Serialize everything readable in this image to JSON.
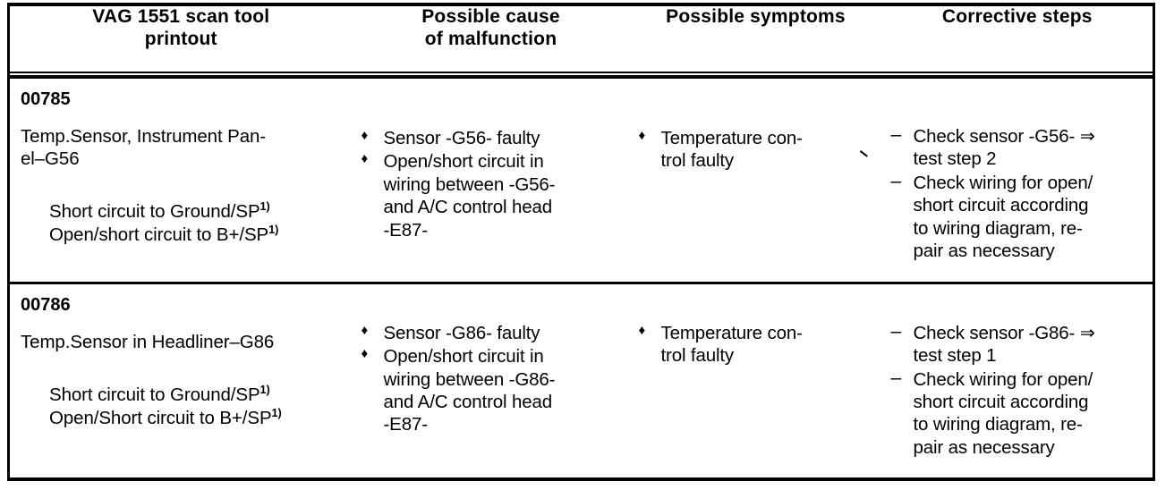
{
  "table": {
    "columns": [
      {
        "id": "scan-tool-printout",
        "header_lines": [
          "VAG 1551 scan tool",
          "printout"
        ]
      },
      {
        "id": "possible-cause",
        "header_lines": [
          "Possible cause",
          "of malfunction"
        ]
      },
      {
        "id": "possible-symptoms",
        "header_lines": [
          "Possible symptoms"
        ]
      },
      {
        "id": "corrective-steps",
        "header_lines": [
          "Corrective steps"
        ]
      }
    ],
    "rows": [
      {
        "code": "00785",
        "description_lines": [
          "Temp.Sensor, Instrument Pan-",
          "el–G56"
        ],
        "sub_lines": [
          {
            "text": "Short circuit to Ground/SP",
            "sup": "1)"
          },
          {
            "text": "Open/short circuit to B+/SP",
            "sup": "1)"
          }
        ],
        "possible_cause": [
          {
            "marker": "♦",
            "lines": [
              "Sensor -G56- faulty"
            ]
          },
          {
            "marker": "♦",
            "lines": [
              "Open/short circuit in",
              "wiring between -G56-",
              "and A/C control head",
              "-E87-"
            ]
          }
        ],
        "possible_symptoms": [
          {
            "marker": "♦",
            "lines": [
              "Temperature con-",
              "trol faulty"
            ]
          }
        ],
        "corrective_steps": [
          {
            "marker": "–",
            "lines": [
              "Check sensor -G56- ⇒",
              "test step 2"
            ]
          },
          {
            "marker": "–",
            "lines": [
              "Check wiring for open/",
              "short circuit according",
              "to wiring diagram, re-",
              "pair as necessary"
            ]
          }
        ]
      },
      {
        "code": "00786",
        "description_lines": [
          "Temp.Sensor in Headliner–G86"
        ],
        "sub_lines": [
          {
            "text": "Short circuit to Ground/SP",
            "sup": "1)"
          },
          {
            "text": "Open/Short circuit to B+/SP",
            "sup": "1)"
          }
        ],
        "possible_cause": [
          {
            "marker": "♦",
            "lines": [
              "Sensor -G86- faulty"
            ]
          },
          {
            "marker": "♦",
            "lines": [
              "Open/short circuit in",
              "wiring between -G86-",
              "and A/C control head",
              "-E87-"
            ]
          }
        ],
        "possible_symptoms": [
          {
            "marker": "♦",
            "lines": [
              "Temperature con-",
              "trol faulty"
            ]
          }
        ],
        "corrective_steps": [
          {
            "marker": "–",
            "lines": [
              "Check sensor -G86- ⇒",
              "test step 1"
            ]
          },
          {
            "marker": "–",
            "lines": [
              "Check wiring for open/",
              "short circuit according",
              "to wiring diagram, re-",
              "pair as necessary"
            ]
          }
        ]
      }
    ]
  },
  "colors": {
    "ink": "#000000",
    "paper": "#ffffff"
  }
}
